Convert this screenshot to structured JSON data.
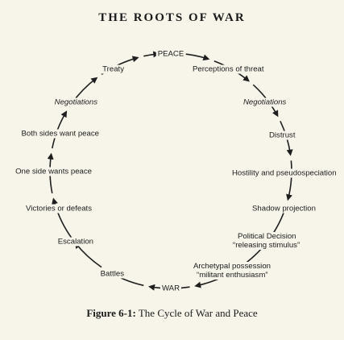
{
  "heading": "THE ROOTS OF WAR",
  "caption": {
    "label": "Figure 6-1:",
    "title": "The Cycle of War and Peace"
  },
  "cycle": {
    "direction": "clockwise",
    "nodes": {
      "peace": "PEACE",
      "perceptions": "Perceptions of threat",
      "negotiations_right": "Negotiations",
      "distrust": "Distrust",
      "hostility": "Hostility and pseudospeciation",
      "shadow": "Shadow projection",
      "political_line1": "Political Decision",
      "political_line2": "“releasing stimulus”",
      "archetypal_line1": "Archetypal possession",
      "archetypal_line2": "“militant enthusiasm”",
      "war": "WAR",
      "battles": "Battles",
      "escalation": "Escalation",
      "victories": "Victories or defeats",
      "one_side": "One side wants peace",
      "both_sides": "Both sides want peace",
      "negotiations_left": "Negotiations",
      "treaty": "Treaty"
    }
  }
}
